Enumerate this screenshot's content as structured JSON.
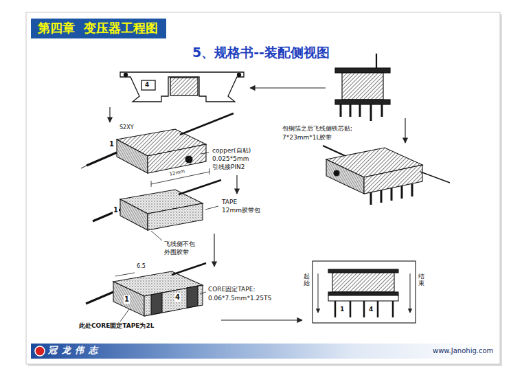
{
  "diagram": {
    "title": "5、规格书--装配侧视图",
    "nodes": [
      {
        "text": [
          "第四章  变压器工程图"
        ]
      }
    ],
    "labels": [
      "4",
      "S2XY",
      "1",
      "copper(自粘)",
      "0.025*5mm",
      "引线接PIN2",
      "12mm",
      "包铜箔之后飞线侧铁芯贴;",
      "7*23mm*1L胶带",
      "1",
      "TAPE",
      "12mm胶带包",
      "飞线侧不包",
      "外围胶带",
      "6.5",
      "1",
      "4",
      "CORE固定TAPE:",
      "0.06*7.5mm*1.25TS",
      "此处CORE固定TAPE为2L",
      "起始",
      "结束",
      "1",
      "4",
      "冠 龙 伟 志",
      "www.Janohig.com"
    ]
  }
}
